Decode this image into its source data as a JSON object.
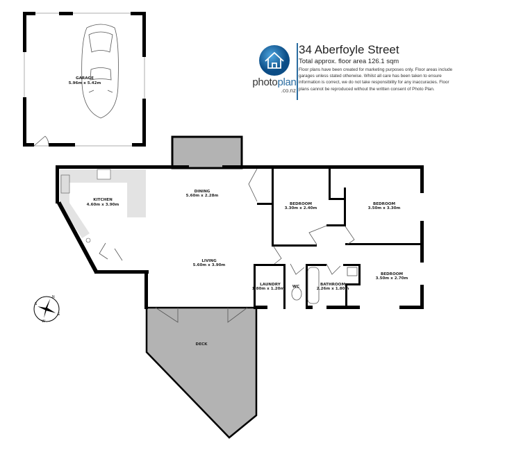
{
  "header": {
    "address": "34 Aberfoyle Street",
    "floor_area": "Total approx. floor area 126.1 sqm",
    "disclaimer": "Floor plans have been created for marketing purposes only. Floor areas include garages unless stated otherwise. Whilst all care has been taken to ensure information is correct, we do not take responsibility for any inaccuracies. Floor plans cannot be reproduced without the written consent of Photo Plan."
  },
  "logo": {
    "word_a": "photo",
    "word_b": "plan",
    "domain": ".co.nz",
    "color": "#2a6ca0"
  },
  "rooms": {
    "garage": {
      "label": "GARAGE",
      "dims": "5.96m x 5.42m"
    },
    "kitchen": {
      "label": "KITCHEN",
      "dims": "4.60m x 3.90m"
    },
    "dining": {
      "label": "DINING",
      "dims": "5.60m x 2.28m"
    },
    "living": {
      "label": "LIVING",
      "dims": "5.60m x 3.90m"
    },
    "bedroom1": {
      "label": "BEDROOM",
      "dims": "3.30m x 2.40m"
    },
    "bedroom2": {
      "label": "BEDROOM",
      "dims": "3.50m x 3.30m"
    },
    "bedroom3": {
      "label": "BEDROOM",
      "dims": "3.50m x 2.70m"
    },
    "laundry": {
      "label": "LAUNDRY",
      "dims": "1.80m x 1.20m"
    },
    "wc": {
      "label": "WC"
    },
    "bathroom": {
      "label": "BATHROOM",
      "dims": "2.26m x 1.80m"
    },
    "deck": {
      "label": "DECK"
    }
  },
  "compass": {
    "letters": [
      "N",
      "E",
      "S",
      "W"
    ]
  },
  "colors": {
    "wall": "#000000",
    "deck": "#b3b3b3",
    "counter": "#e3e3e3",
    "accent": "#2a6ca0"
  }
}
